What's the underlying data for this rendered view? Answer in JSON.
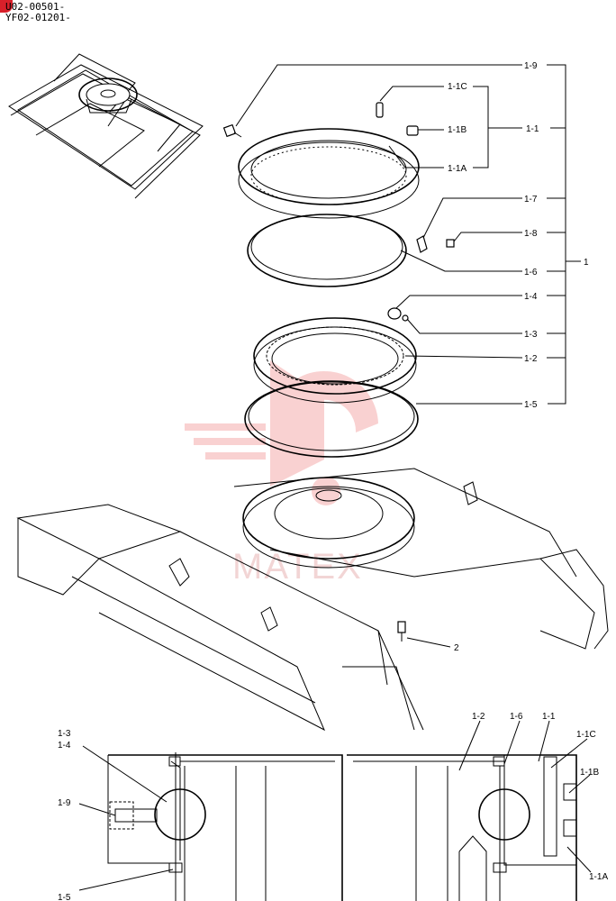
{
  "header": {
    "serial_line_1": "U02-00501-",
    "serial_line_2": "YF02-01201-"
  },
  "watermark": {
    "text": "MATEX",
    "color": "#f0a0a0"
  },
  "badge_color": "#d8202a",
  "callouts": {
    "c1_9": "1-9",
    "c1_1C": "1-1C",
    "c1_1B": "1-1B",
    "c1_1": "1-1",
    "c1_1A": "1-1A",
    "c1_7": "1-7",
    "c1_8": "1-8",
    "c1": "1",
    "c1_6": "1-6",
    "c1_4": "1-4",
    "c1_3": "1-3",
    "c1_2": "1-2",
    "c1_5": "1-5",
    "c2": "2"
  },
  "section_callouts": {
    "s1_3": "1-3",
    "s1_4": "1-4",
    "s1_9": "1-9",
    "s1_5": "1-5",
    "s1_2": "1-2",
    "s1_6": "1-6",
    "s1_1": "1-1",
    "s1_1C": "1-1C",
    "s1_1B": "1-1B",
    "s1_1A": "1-1A"
  }
}
